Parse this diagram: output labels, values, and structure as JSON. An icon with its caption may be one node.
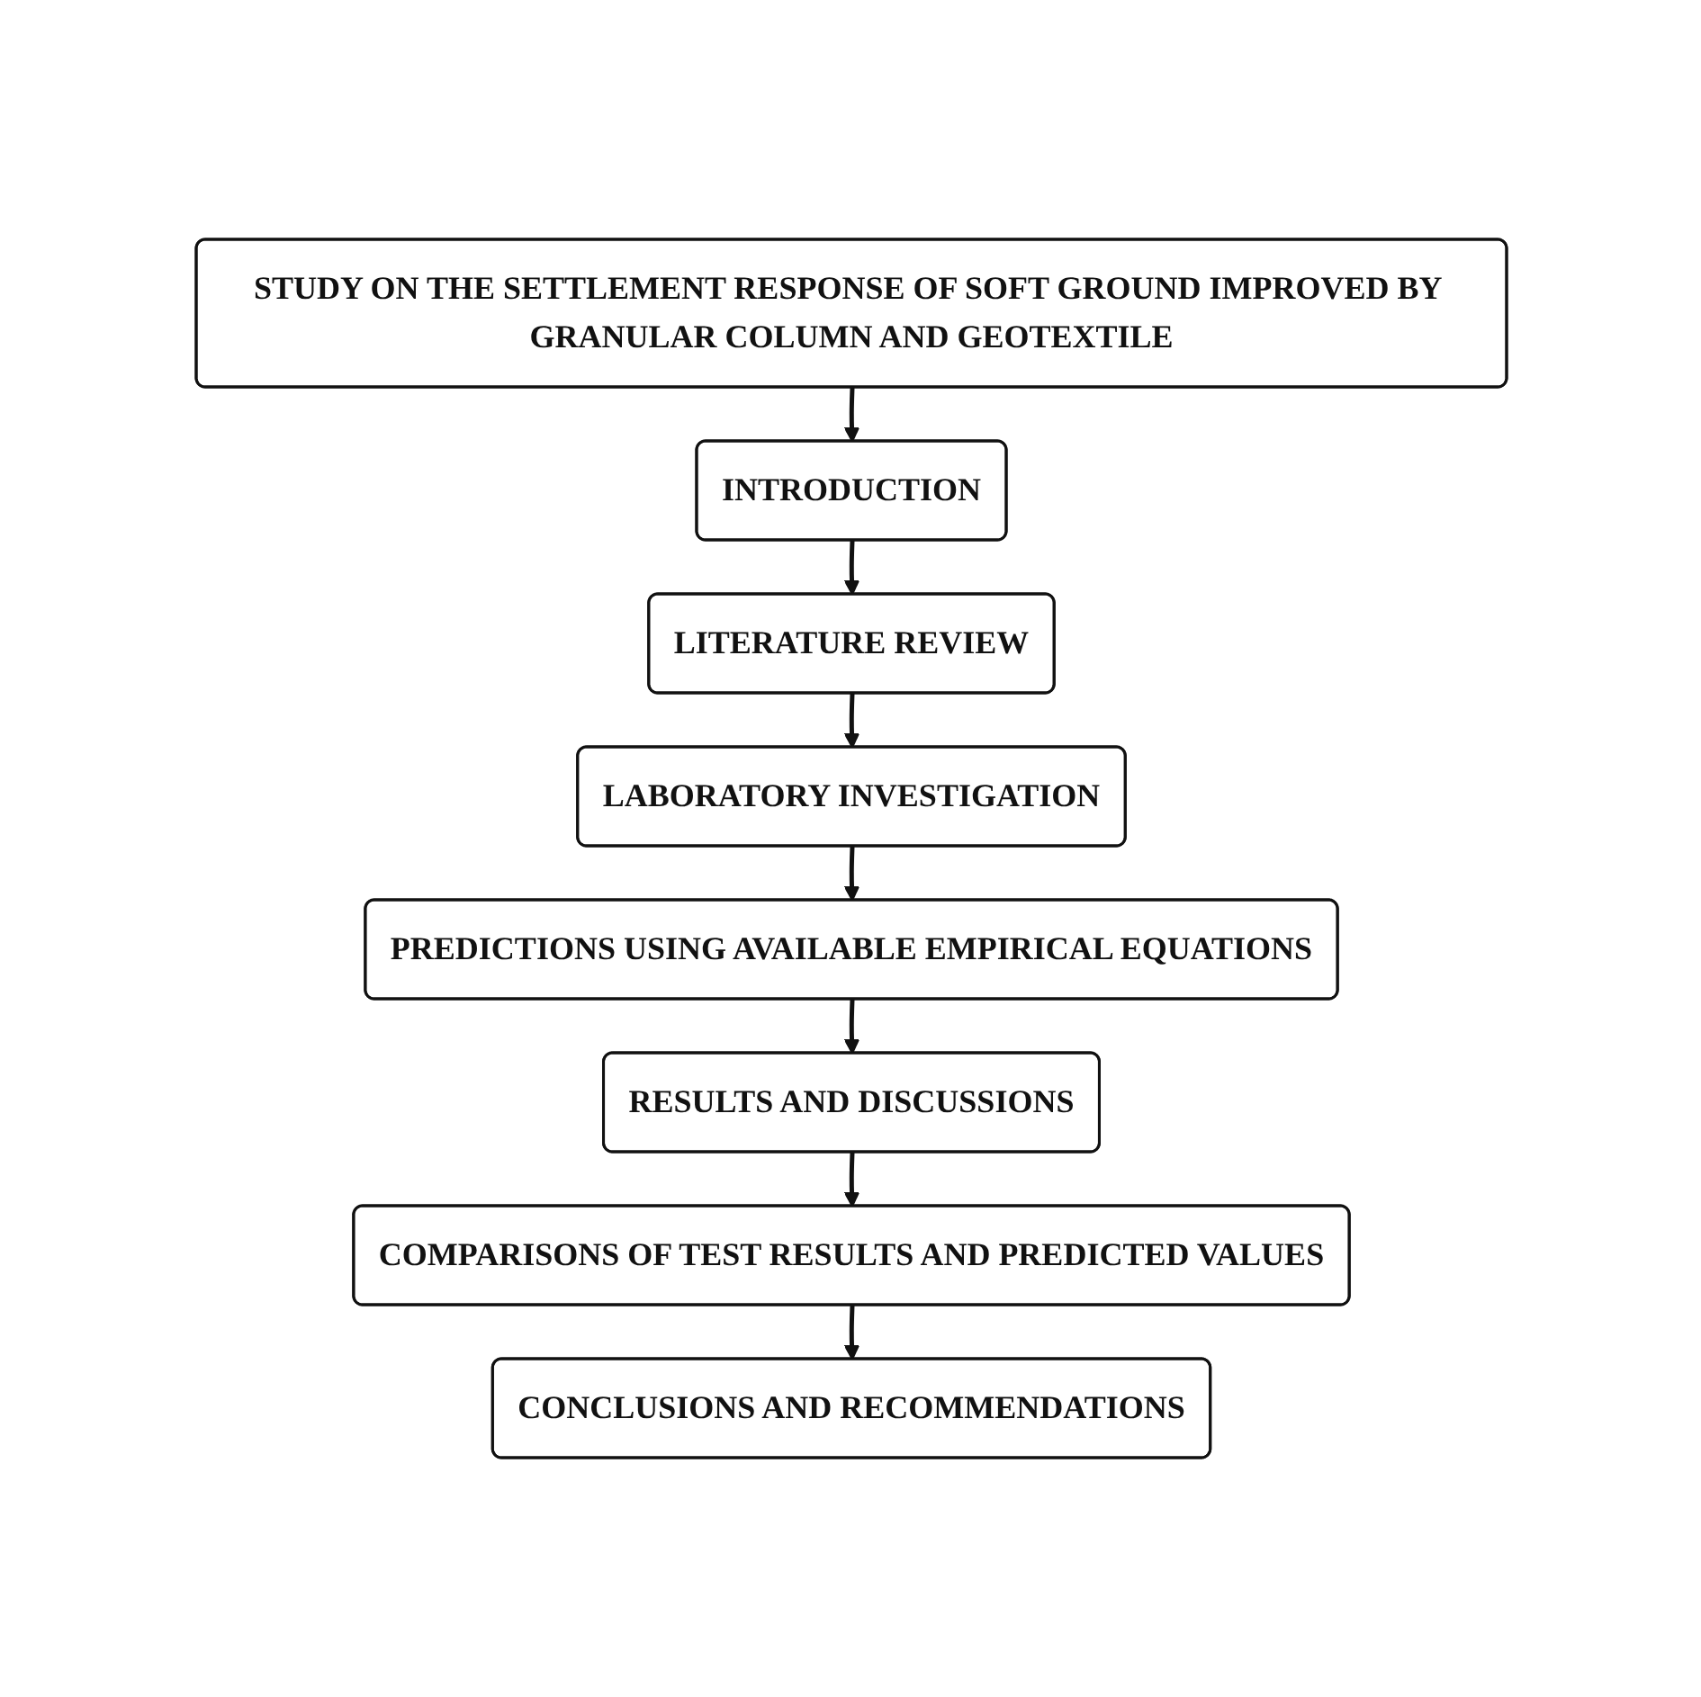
{
  "diagram": {
    "nodes": [
      {
        "text": [
          "STUDY ON THE SETTLEMENT RESPONSE OF SOFT GROUND IMPROVED BY GRANULAR COLUMN AND GEOTEXTILE"
        ]
      },
      {
        "text": [
          "INTRODUCTION"
        ]
      },
      {
        "text": [
          "LITERATURE REVIEW"
        ]
      },
      {
        "text": [
          "LABORATORY INVESTIGATION"
        ]
      },
      {
        "text": [
          "PREDICTIONS USING AVAILABLE EMPIRICAL EQUATIONS"
        ]
      },
      {
        "text": [
          "RESULTS AND DISCUSSIONS"
        ]
      },
      {
        "text": [
          "COMPARISONS OF TEST RESULTS AND PREDICTED VALUES"
        ]
      },
      {
        "text": [
          "CONCLUSIONS AND RECOMMENDATIONS"
        ]
      }
    ],
    "edges": [
      {
        "from": 0,
        "to": 1,
        "arrow": "to"
      },
      {
        "from": 1,
        "to": 2,
        "arrow": "to"
      },
      {
        "from": 2,
        "to": 3,
        "arrow": "to"
      },
      {
        "from": 3,
        "to": 4,
        "arrow": "to"
      },
      {
        "from": 4,
        "to": 5,
        "arrow": "to"
      },
      {
        "from": 5,
        "to": 6,
        "arrow": "to"
      },
      {
        "from": 6,
        "to": 7,
        "arrow": "to"
      }
    ]
  }
}
